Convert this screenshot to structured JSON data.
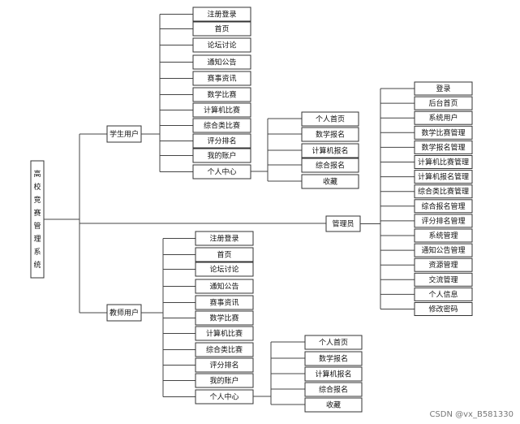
{
  "root": "高校竞赛管理系统",
  "student": {
    "label": "学生用户",
    "items": [
      "注册登录",
      "首页",
      "论坛讨论",
      "通知公告",
      "赛事资讯",
      "数学比赛",
      "计算机比赛",
      "综合类比赛",
      "评分排名",
      "我的账户",
      "个人中心"
    ],
    "center_items": [
      "个人首页",
      "数学报名",
      "计算机报名",
      "综合报名",
      "收藏"
    ]
  },
  "admin": {
    "label": "管理员",
    "items": [
      "登录",
      "后台首页",
      "系统用户",
      "数学比赛管理",
      "数学报名管理",
      "计算机比赛管理",
      "计算机报名管理",
      "综合类比赛管理",
      "综合报名管理",
      "评分排名管理",
      "系统管理",
      "通知公告管理",
      "资源管理",
      "交流管理",
      "个人信息",
      "修改密码"
    ]
  },
  "teacher": {
    "label": "教师用户",
    "items": [
      "注册登录",
      "首页",
      "论坛讨论",
      "通知公告",
      "赛事资讯",
      "数学比赛",
      "计算机比赛",
      "综合类比赛",
      "评分排名",
      "我的账户",
      "个人中心"
    ],
    "center_items": [
      "个人首页",
      "数学报名",
      "计算机报名",
      "综合报名",
      "收藏"
    ]
  },
  "watermark": "CSDN @vx_B581330"
}
